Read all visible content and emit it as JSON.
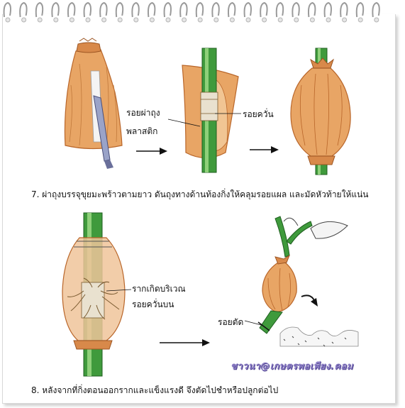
{
  "labels": {
    "bag_slit": "รอยผ่าถุง",
    "plastic": "พลาสติก",
    "girdle": "รอยควั่น",
    "roots_line1": "รากเกิดบริเวณ",
    "roots_line2": "รอยควั่นบน",
    "cut_mark": "รอยตัด"
  },
  "captions": {
    "step7": "7.  ผ่าถุงบรรจุขุยมะพร้าวตามยาว  ดันถุงทางด้านท้องกิ่งให้คลุมรอยแผล และมัดหัวท้ายให้แน่น",
    "step8": "8.  หลังจากที่กิ่งตอนออกรากและแข็งแรงดี  จึงตัดไปชำหรือปลูกต่อไป"
  },
  "watermark": "ชาวนา@เกษตรพอเพียง.คอม",
  "colors": {
    "bag": "#e8a565",
    "bag_dark": "#b9662a",
    "stem": "#3f9a3c",
    "stem_light": "#8fd07a",
    "root": "#7a5a2f"
  }
}
